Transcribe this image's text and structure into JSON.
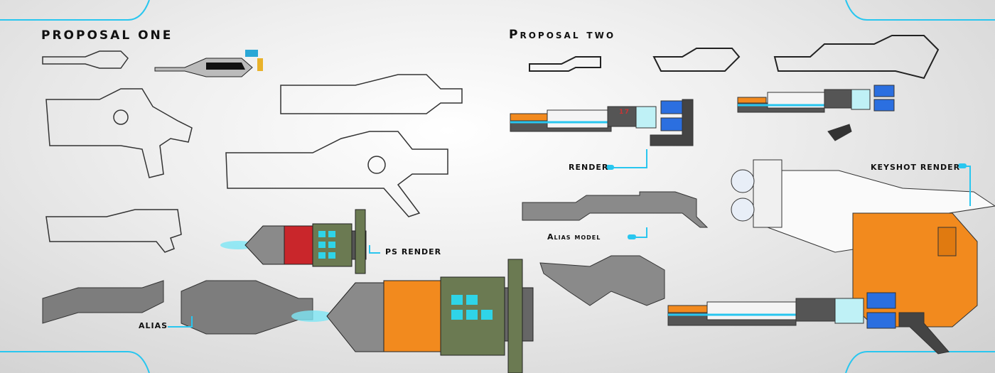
{
  "proposal_one": {
    "title": "PROPOSAL ONE",
    "labels": {
      "ps_render": "PS RENDER",
      "alias": "ALIAS"
    }
  },
  "proposal_two": {
    "title": "Proposal two",
    "labels": {
      "render": "RENDER",
      "alias_model": "Alias model",
      "keyshot_render": "KEYSHOT RENDER"
    },
    "badge_number": "17"
  },
  "colors": {
    "accent_cyan": "#29c6ef",
    "orange": "#f28a1e",
    "red": "#c9262b",
    "green": "#6b7a52",
    "blue_canister": "#2b6fe0"
  }
}
